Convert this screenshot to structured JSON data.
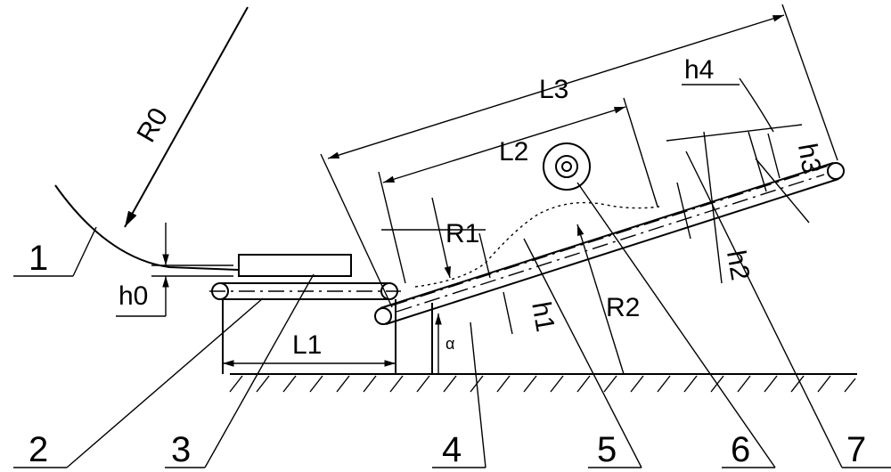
{
  "labels": {
    "R0": "R0",
    "h0": "h0",
    "L1": "L1",
    "L2": "L2",
    "L3": "L3",
    "R1": "R1",
    "R2": "R2",
    "h1": "h1",
    "h2": "h2",
    "h3": "h3",
    "h4": "h4",
    "alpha": "α"
  },
  "part_numbers": [
    "1",
    "2",
    "3",
    "4",
    "5",
    "6",
    "7"
  ]
}
